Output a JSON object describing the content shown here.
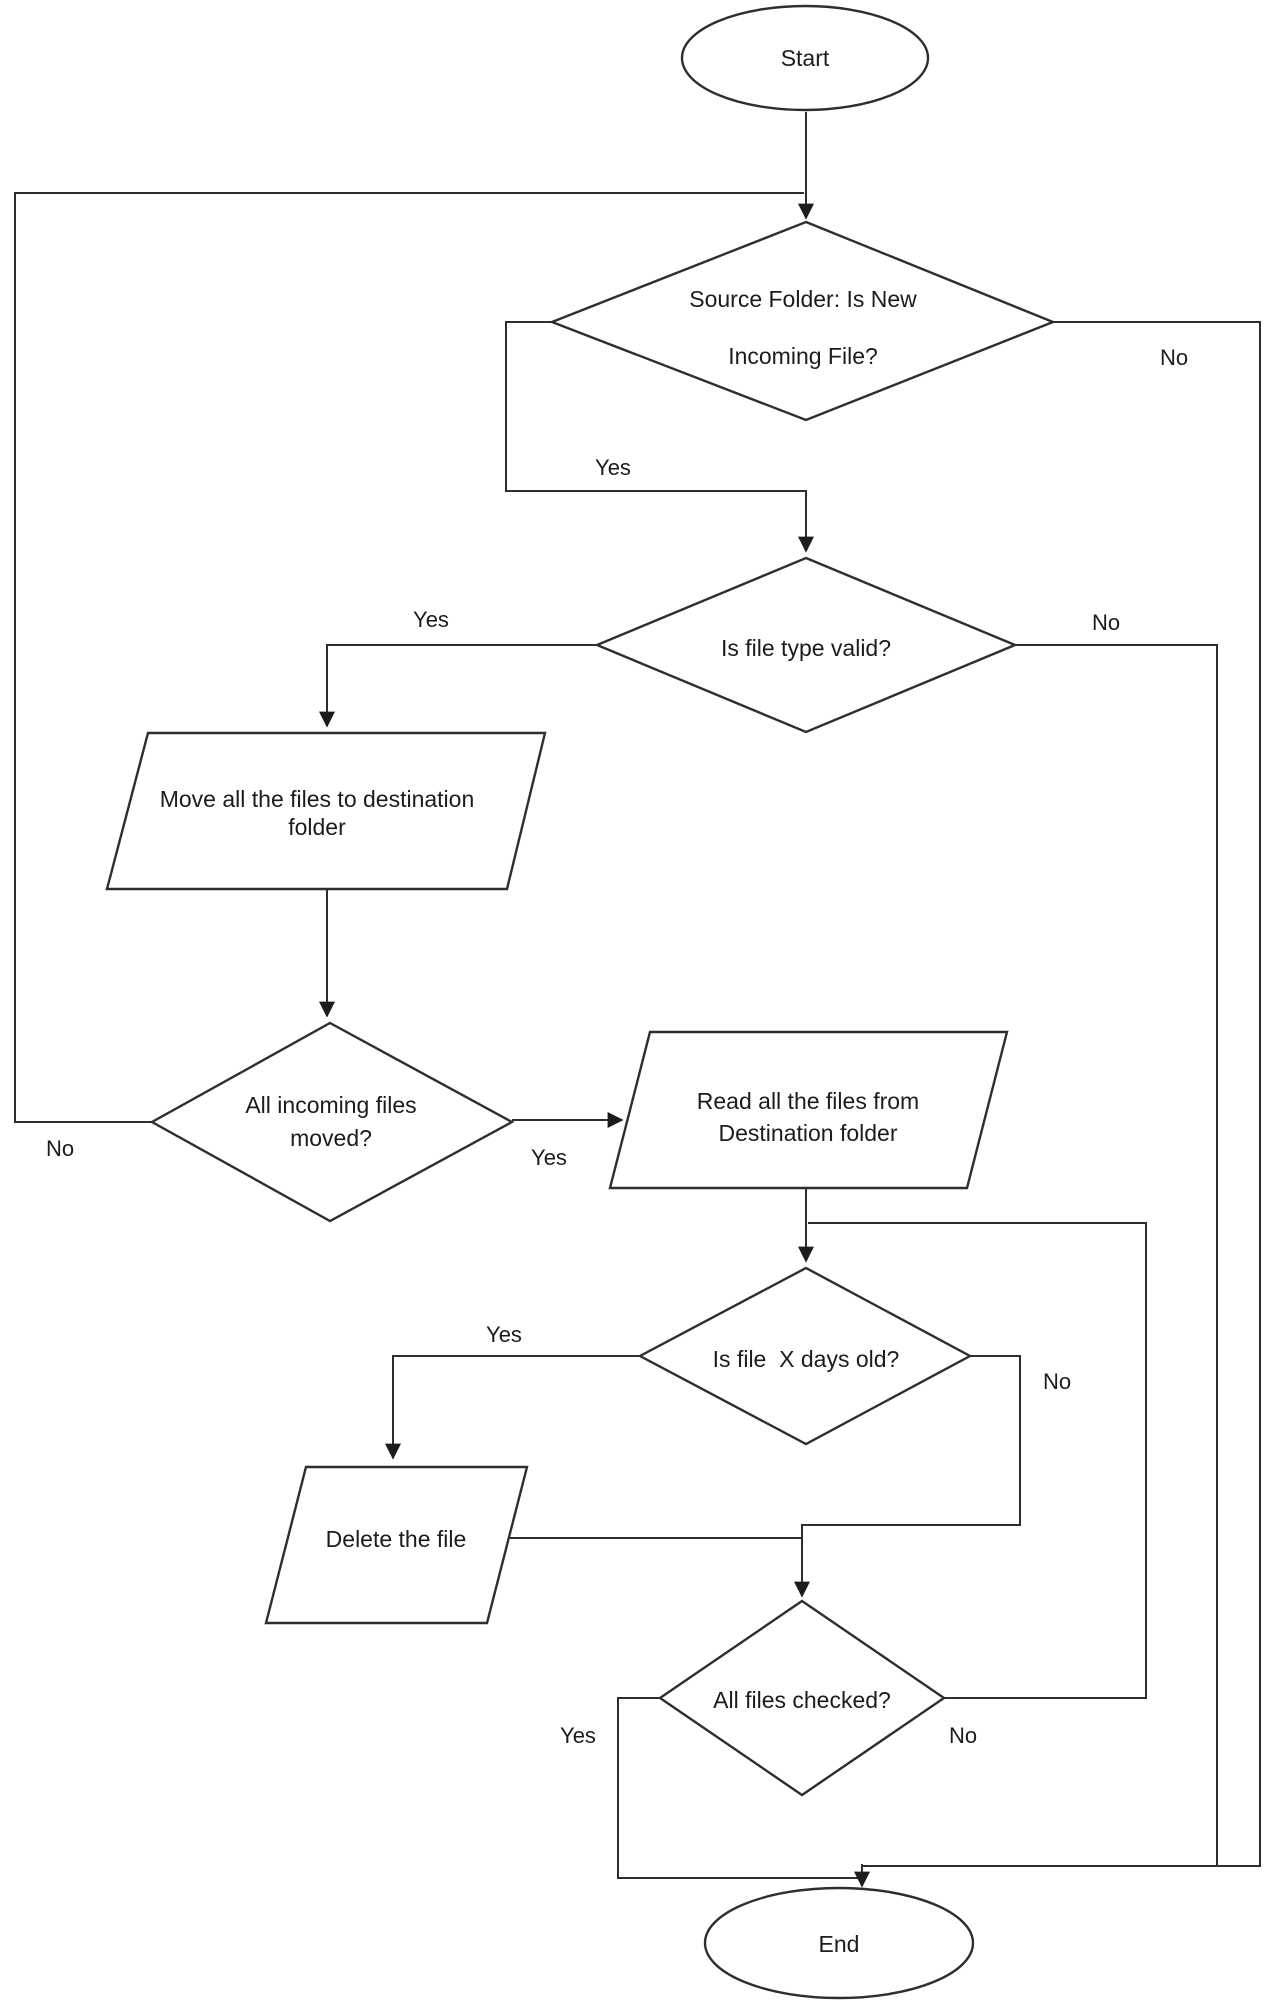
{
  "nodes": {
    "start": {
      "label": "Start"
    },
    "source_check": {
      "line1": "Source Folder: Is New",
      "line2": "Incoming File?"
    },
    "file_type_check": {
      "label": "Is file type valid?"
    },
    "move_files": {
      "line1": "Move all the files to destination",
      "line2": "folder"
    },
    "all_moved_check": {
      "line1": "All incoming files",
      "line2": "moved?"
    },
    "read_files": {
      "line1": "Read all the files from",
      "line2": "Destination folder"
    },
    "age_check": {
      "label": "Is file  X days old?"
    },
    "delete_file": {
      "label": "Delete the file"
    },
    "all_checked_check": {
      "label": "All files checked?"
    },
    "end": {
      "label": "End"
    }
  },
  "edge_labels": {
    "source_yes": "Yes",
    "source_no": "No",
    "type_yes": "Yes",
    "type_no": "No",
    "moved_yes": "Yes",
    "moved_no": "No",
    "age_yes": "Yes",
    "age_no": "No",
    "checked_yes": "Yes",
    "checked_no": "No"
  },
  "colors": {
    "background": "#ffffff",
    "line": "#2e2e2e",
    "text": "#1c1c1c"
  }
}
